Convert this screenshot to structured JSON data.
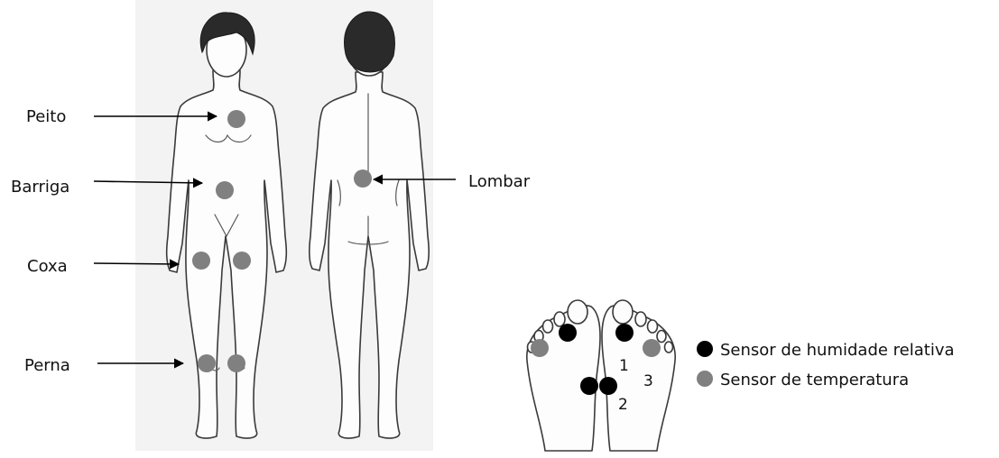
{
  "colors": {
    "humidity_sensor": "#000000",
    "temperature_sensor": "#808080",
    "panel_background": "#f3f3f3"
  },
  "labels": {
    "peito": "Peito",
    "barriga": "Barriga",
    "coxa": "Coxa",
    "perna": "Perna",
    "lombar": "Lombar"
  },
  "foot_numbers": {
    "one": "1",
    "two": "2",
    "three": "3"
  },
  "legend": {
    "humidity": "Sensor de humidade relativa",
    "temperature": "Sensor de temperatura"
  }
}
